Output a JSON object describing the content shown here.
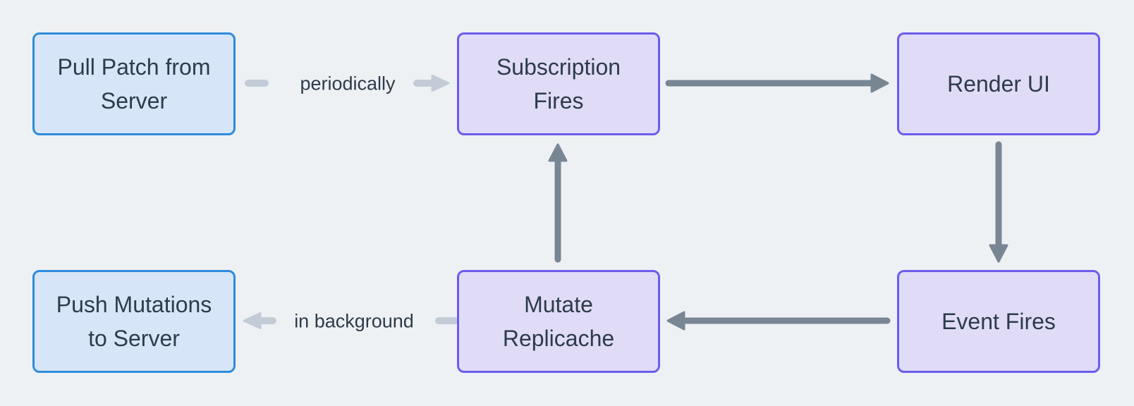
{
  "colors": {
    "background": "#eef1f4",
    "blue_node_border": "#2f8bdc",
    "blue_node_fill": "#d6e6f8",
    "purple_node_border": "#6c5cec",
    "purple_node_fill": "#e0dcf8",
    "dark_arrow": "#788694",
    "light_arrow": "#c3ccd6",
    "text": "#2d3b4a"
  },
  "diagram": {
    "nodes": [
      {
        "id": "pull-patch",
        "label": "Pull Patch from Server",
        "kind": "blue"
      },
      {
        "id": "subscription-fires",
        "label": "Subscription Fires",
        "kind": "purple"
      },
      {
        "id": "render-ui",
        "label": "Render UI",
        "kind": "purple"
      },
      {
        "id": "push-mutations",
        "label": "Push Mutations to Server",
        "kind": "blue"
      },
      {
        "id": "mutate-replicache",
        "label": "Mutate Replicache",
        "kind": "purple"
      },
      {
        "id": "event-fires",
        "label": "Event Fires",
        "kind": "purple"
      }
    ],
    "edges": [
      {
        "from": "pull-patch",
        "to": "subscription-fires",
        "label": "periodically",
        "style": "light"
      },
      {
        "from": "subscription-fires",
        "to": "render-ui",
        "label": "",
        "style": "dark"
      },
      {
        "from": "render-ui",
        "to": "event-fires",
        "label": "",
        "style": "dark"
      },
      {
        "from": "event-fires",
        "to": "mutate-replicache",
        "label": "",
        "style": "dark"
      },
      {
        "from": "mutate-replicache",
        "to": "subscription-fires",
        "label": "",
        "style": "dark"
      },
      {
        "from": "mutate-replicache",
        "to": "push-mutations",
        "label": "in background",
        "style": "light"
      }
    ]
  }
}
